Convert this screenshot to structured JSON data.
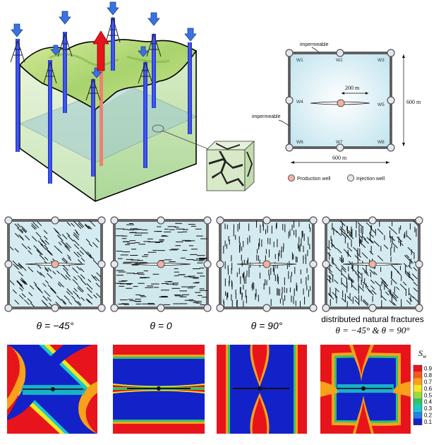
{
  "schematic": {
    "impermeable_top": "impermeable",
    "impermeable_left": "impermeable",
    "wells": [
      "W1",
      "W2",
      "W3",
      "W4",
      "W5",
      "W6",
      "W7",
      "W8"
    ],
    "frac_length": "200 m",
    "width_label": "600 m",
    "height_label": "600 m",
    "legend_production": "Production well",
    "legend_injection": "Injection well"
  },
  "cases": [
    {
      "label": "θ = −45°"
    },
    {
      "label": "θ = 0"
    },
    {
      "label": "θ = 90°"
    },
    {
      "label_line1": "distributed natural fractures",
      "label_line2": "θ = −45°  &  θ = 90°"
    }
  ],
  "colorbar": {
    "title": "S",
    "subscript": "w",
    "ticks": [
      "0.9",
      "0.8",
      "0.7",
      "0.6",
      "0.5",
      "0.4",
      "0.3",
      "0.2",
      "0.1"
    ],
    "colors": [
      "#e8141b",
      "#f25a18",
      "#f7a21a",
      "#f4e81c",
      "#9fd93a",
      "#2fc46a",
      "#19c9c9",
      "#1d86e0",
      "#1322c8"
    ]
  }
}
